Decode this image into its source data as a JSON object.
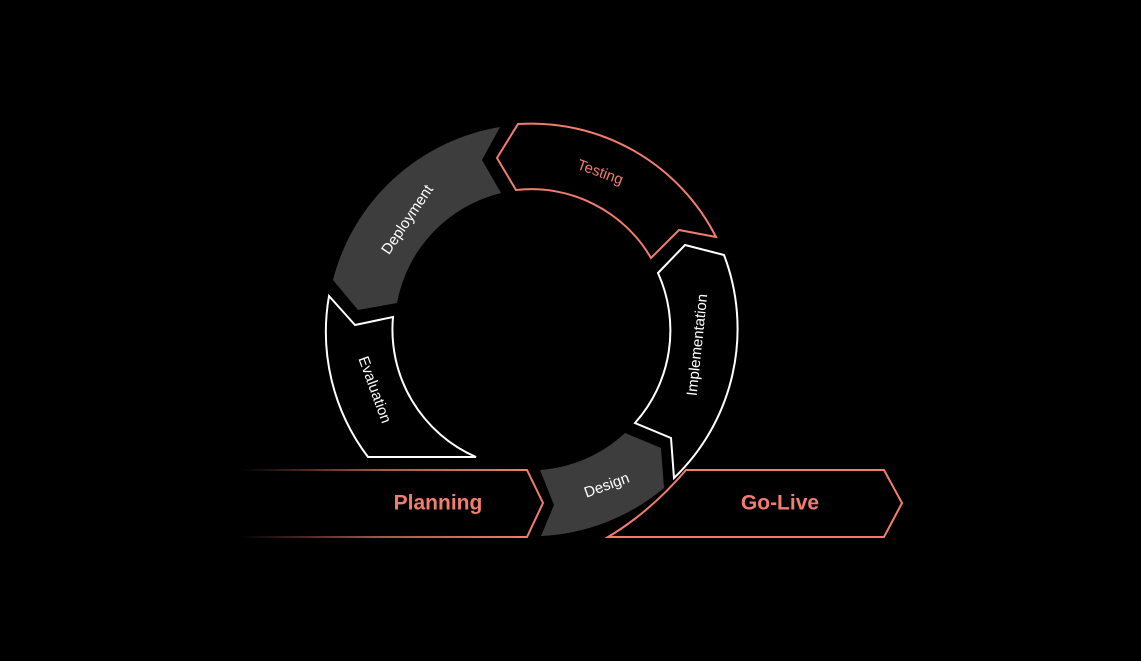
{
  "colors": {
    "accent": "#f27d6e",
    "gray_fill": "#3d3d3d",
    "outline": "#ffffff",
    "background": "#000000"
  },
  "stages": {
    "planning": "Planning",
    "design": "Design",
    "implementation": "Implementation",
    "testing": "Testing",
    "deployment": "Deployment",
    "evaluation": "Evaluation",
    "golive": "Go-Live"
  }
}
